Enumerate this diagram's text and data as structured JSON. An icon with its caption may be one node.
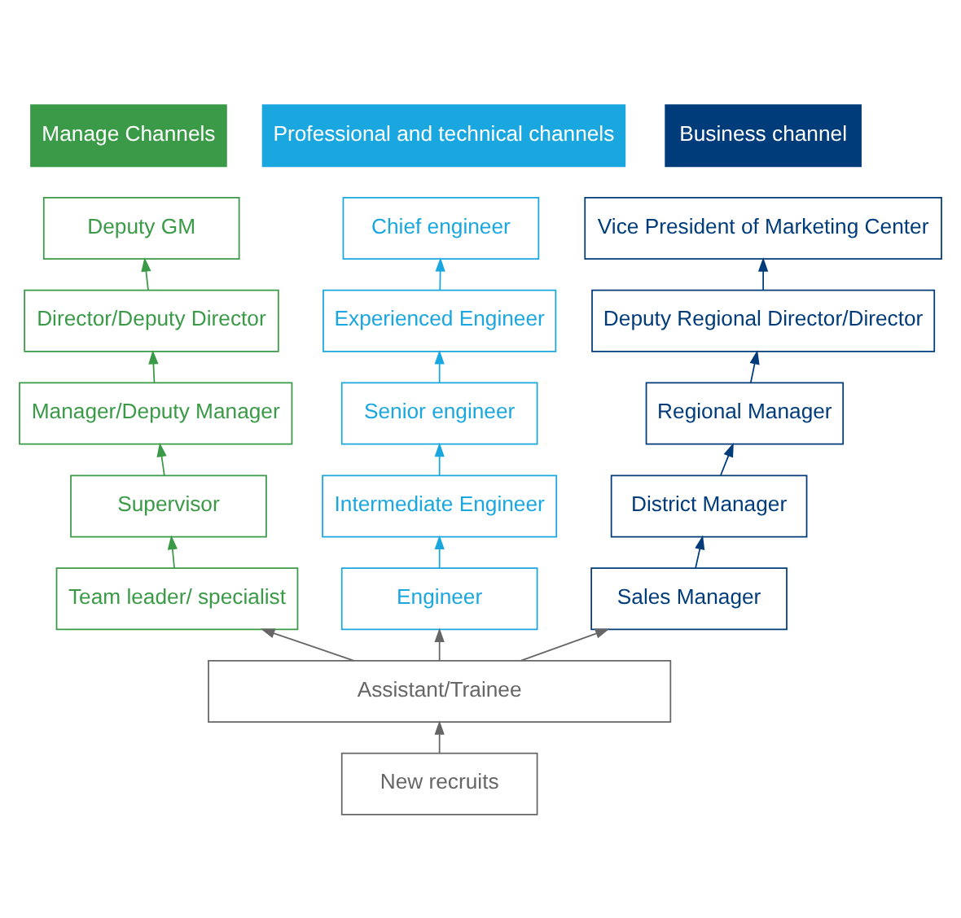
{
  "diagram": {
    "nodes": [
      {
        "text": [
          "Manage Channels"
        ]
      },
      {
        "text": [
          "Professional and technical channels"
        ]
      },
      {
        "text": [
          "Business channel"
        ]
      },
      {
        "text": [
          "Deputy GM"
        ]
      },
      {
        "text": [
          "Director/Deputy Director"
        ]
      },
      {
        "text": [
          "Manager/Deputy Manager"
        ]
      },
      {
        "text": [
          "Supervisor"
        ]
      },
      {
        "text": [
          "Team leader/ specialist"
        ]
      },
      {
        "text": [
          "Chief engineer"
        ]
      },
      {
        "text": [
          "Experienced Engineer"
        ]
      },
      {
        "text": [
          "Senior engineer"
        ]
      },
      {
        "text": [
          "Intermediate Engineer"
        ]
      },
      {
        "text": [
          "Engineer"
        ]
      },
      {
        "text": [
          "Vice President of Marketing Center"
        ]
      },
      {
        "text": [
          "Deputy Regional Director/Director"
        ]
      },
      {
        "text": [
          "Regional Manager"
        ]
      },
      {
        "text": [
          "District Manager"
        ]
      },
      {
        "text": [
          "Sales Manager"
        ]
      },
      {
        "text": [
          "Assistant/Trainee"
        ]
      },
      {
        "text": [
          "New recruits"
        ]
      }
    ],
    "edges": [
      {
        "from": 4,
        "to": 3,
        "arrow": "to",
        "color": "#3a9a47"
      },
      {
        "from": 5,
        "to": 4,
        "arrow": "to",
        "color": "#3a9a47"
      },
      {
        "from": 6,
        "to": 5,
        "arrow": "to",
        "color": "#3a9a47"
      },
      {
        "from": 7,
        "to": 6,
        "arrow": "to",
        "color": "#3a9a47"
      },
      {
        "from": 9,
        "to": 8,
        "arrow": "to",
        "color": "#1aa7e0"
      },
      {
        "from": 10,
        "to": 9,
        "arrow": "to",
        "color": "#1aa7e0"
      },
      {
        "from": 11,
        "to": 10,
        "arrow": "to",
        "color": "#1aa7e0"
      },
      {
        "from": 12,
        "to": 11,
        "arrow": "to",
        "color": "#1aa7e0"
      },
      {
        "from": 14,
        "to": 13,
        "arrow": "to",
        "color": "#003b7a"
      },
      {
        "from": 15,
        "to": 14,
        "arrow": "to",
        "color": "#003b7a"
      },
      {
        "from": 16,
        "to": 15,
        "arrow": "to",
        "color": "#003b7a"
      },
      {
        "from": 17,
        "to": 16,
        "arrow": "to",
        "color": "#003b7a"
      },
      {
        "from": 18,
        "to": 7,
        "arrow": "to",
        "color": "#666666"
      },
      {
        "from": 18,
        "to": 12,
        "arrow": "to",
        "color": "#666666"
      },
      {
        "from": 18,
        "to": 17,
        "arrow": "to",
        "color": "#666666"
      },
      {
        "from": 19,
        "to": 18,
        "arrow": "to",
        "color": "#666666"
      }
    ]
  }
}
